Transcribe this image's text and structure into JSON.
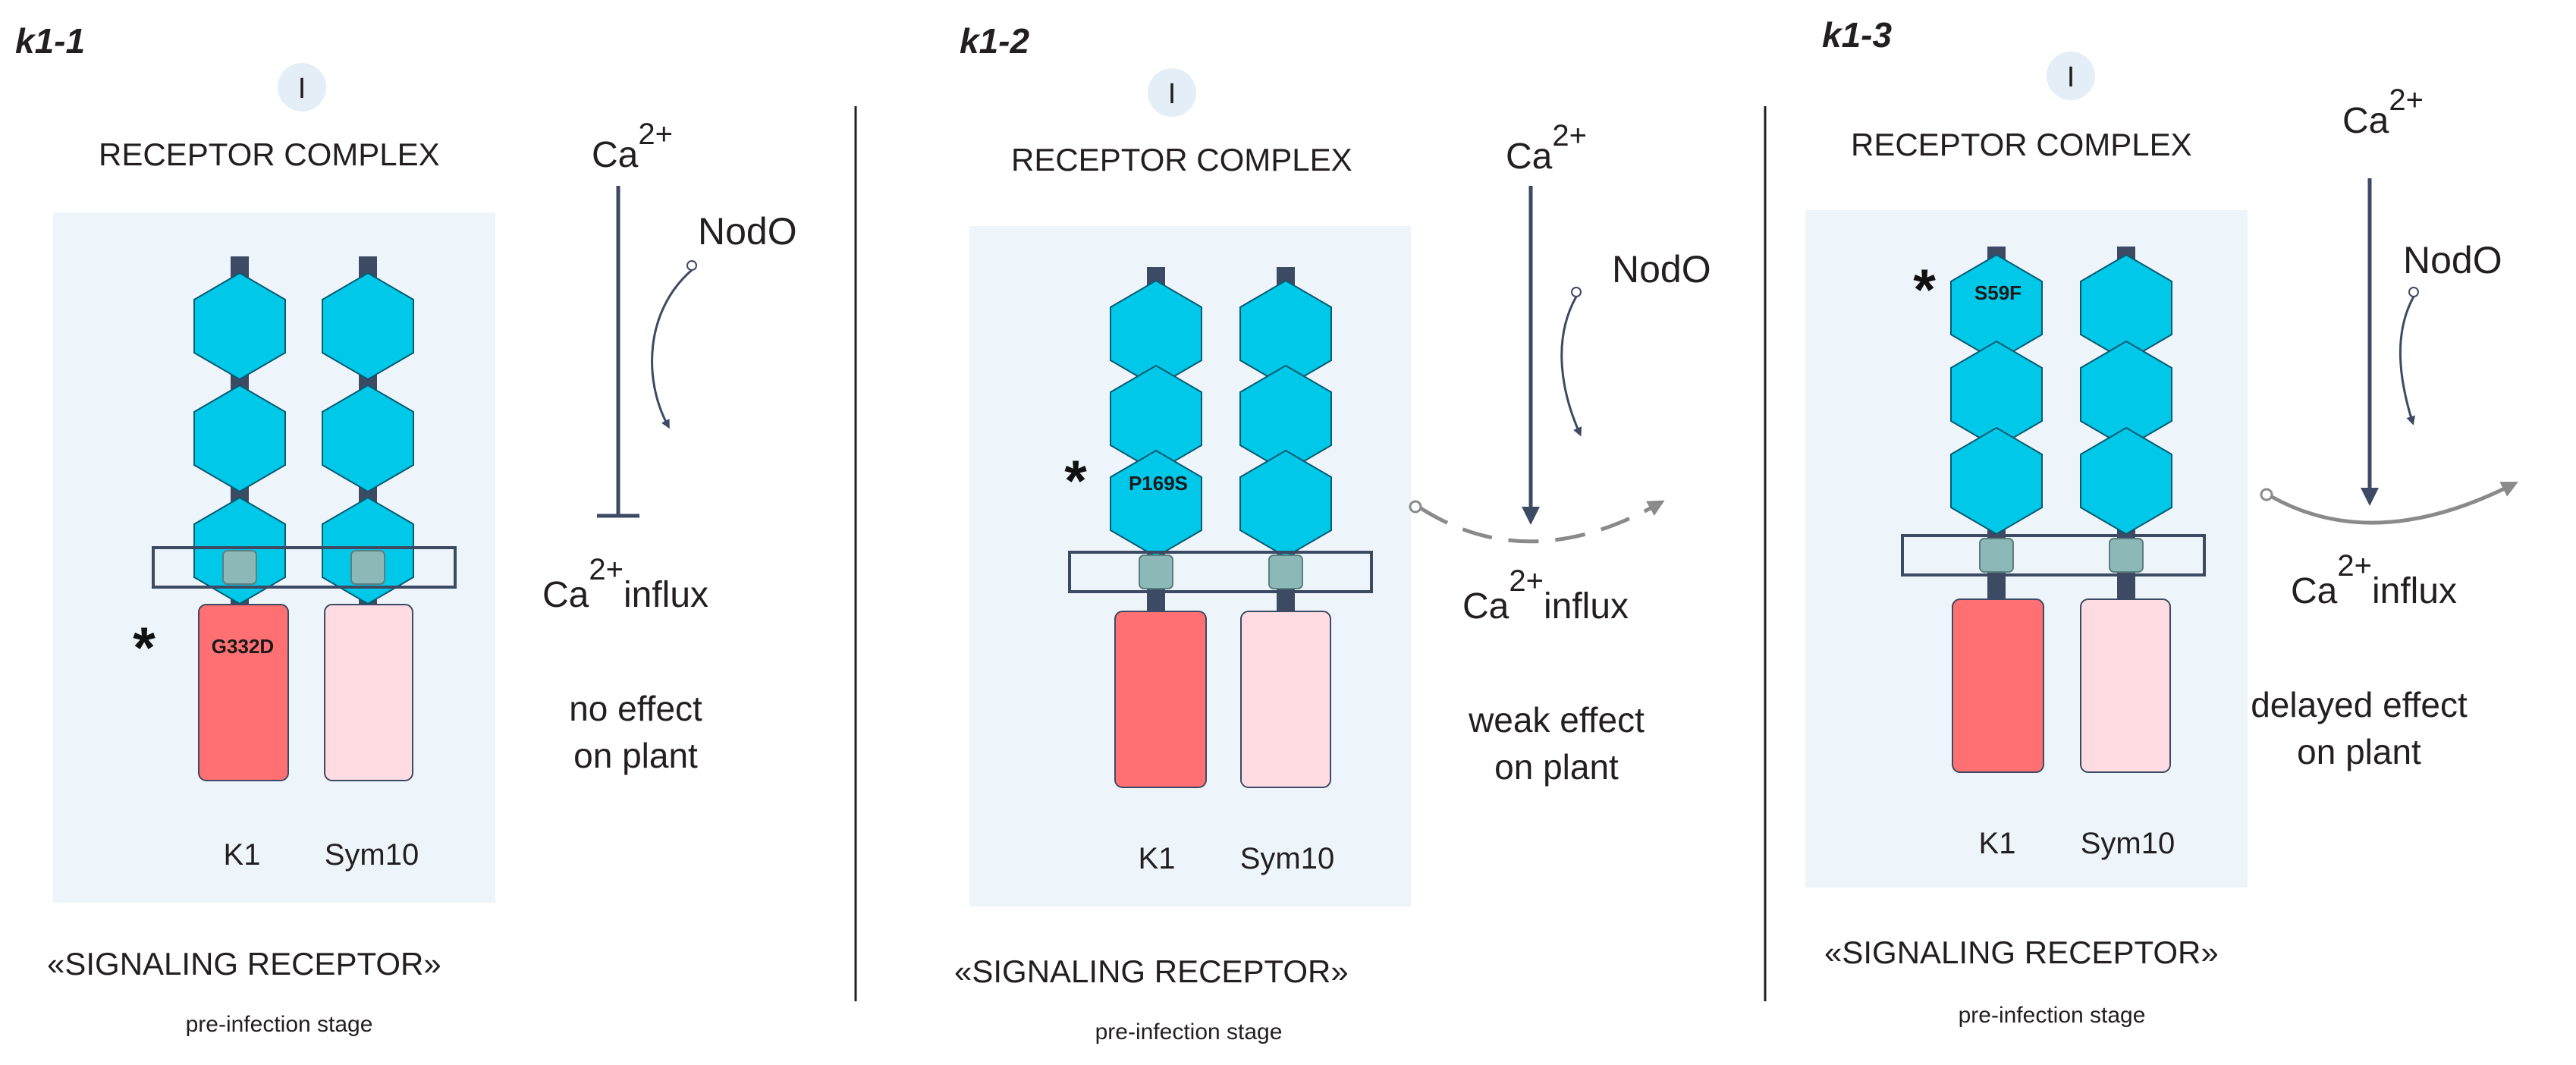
{
  "colors": {
    "panel_bg": "#eef5fa",
    "hexagon": "#00c8e8",
    "hexagon_stroke": "#0a5a72",
    "stalk": "#3c4a63",
    "tm_square": "#8cb8b8",
    "k1_kinase": "#ff7072",
    "sym10_kinase": "#ffdce2",
    "arrow_dark": "#3c4a63",
    "arrow_grey": "#8a8a8a"
  },
  "panels": [
    {
      "id": "k1-1",
      "label": "k1-1",
      "badge": "I",
      "title": "RECEPTOR COMPLEX",
      "ca_label": "Ca",
      "ca_sup": "2+",
      "nodo_label": "NodO",
      "influx_ca": "Ca",
      "influx_sup": "2+",
      "influx_word": "influx",
      "mutation_label": "G332D",
      "mutation_marker": "*",
      "effect_line1": "no effect",
      "effect_line2": "on plant",
      "k1_label": "K1",
      "sym10_label": "Sym10",
      "receptor_label": "«SIGNALING RECEPTOR»",
      "stage_label": "pre-infection stage"
    },
    {
      "id": "k1-2",
      "label": "k1-2",
      "badge": "I",
      "title": "RECEPTOR COMPLEX",
      "ca_label": "Ca",
      "ca_sup": "2+",
      "nodo_label": "NodO",
      "influx_ca": "Ca",
      "influx_sup": "2+",
      "influx_word": "influx",
      "mutation_label": "P169S",
      "mutation_marker": "*",
      "effect_line1": "weak effect",
      "effect_line2": "on plant",
      "k1_label": "K1",
      "sym10_label": "Sym10",
      "receptor_label": "«SIGNALING RECEPTOR»",
      "stage_label": "pre-infection stage"
    },
    {
      "id": "k1-3",
      "label": "k1-3",
      "badge": "I",
      "title": "RECEPTOR COMPLEX",
      "ca_label": "Ca",
      "ca_sup": "2+",
      "nodo_label": "NodO",
      "influx_ca": "Ca",
      "influx_sup": "2+",
      "influx_word": "influx",
      "mutation_label": "S59F",
      "mutation_marker": "*",
      "effect_line1": "delayed effect",
      "effect_line2": "on plant",
      "k1_label": "K1",
      "sym10_label": "Sym10",
      "receptor_label": "«SIGNALING RECEPTOR»",
      "stage_label": "pre-infection stage"
    }
  ]
}
